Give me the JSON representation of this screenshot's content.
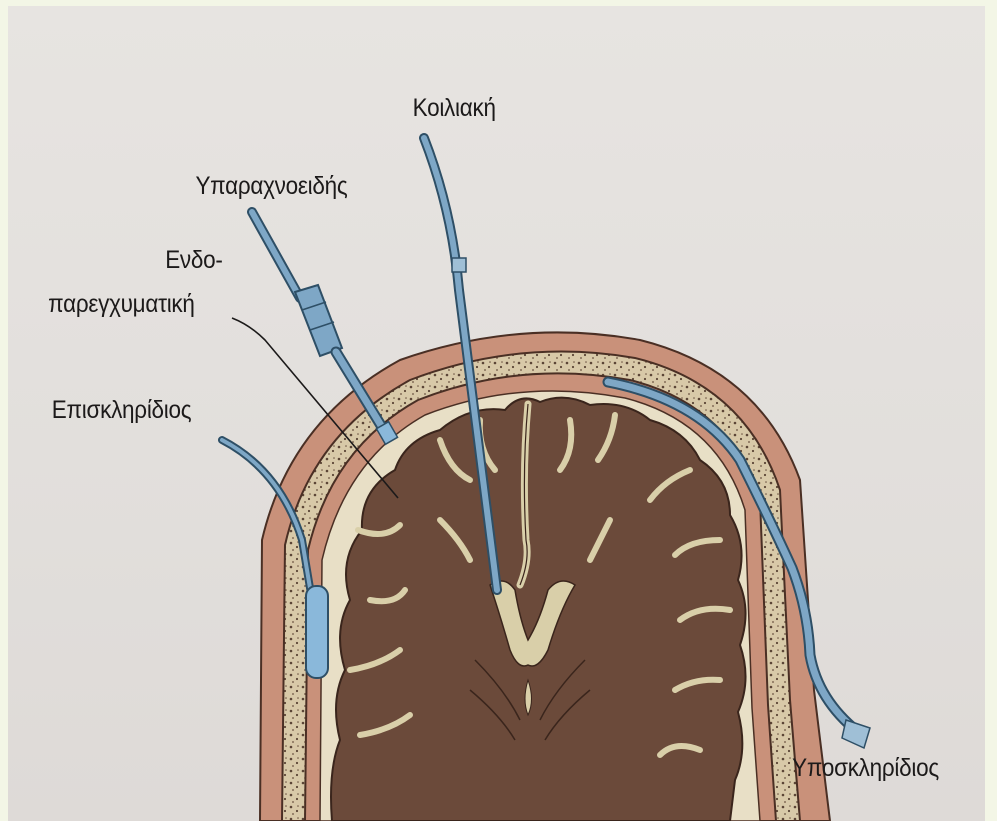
{
  "labels": {
    "ventricular": "Κοιλιακή",
    "subarachnoid": "Υπαραχνοειδής",
    "intraparenchymal_1": "Ενδο-",
    "intraparenchymal_2": "παρεγχυματική",
    "epidural": "Επισκληρίδιος",
    "subdural": "Υποσκληρίδιος"
  },
  "colors": {
    "background": "#e3e0dd",
    "skin": "#c9917a",
    "bone_outline": "#4a2f24",
    "diploe": "#d8c9a8",
    "brain": "#6b4a3a",
    "sulcus": "#d9cfa9",
    "catheter": "#7ea7c6",
    "catheter_dark": "#2e4f66",
    "monitor_blue": "#8ab8da"
  }
}
